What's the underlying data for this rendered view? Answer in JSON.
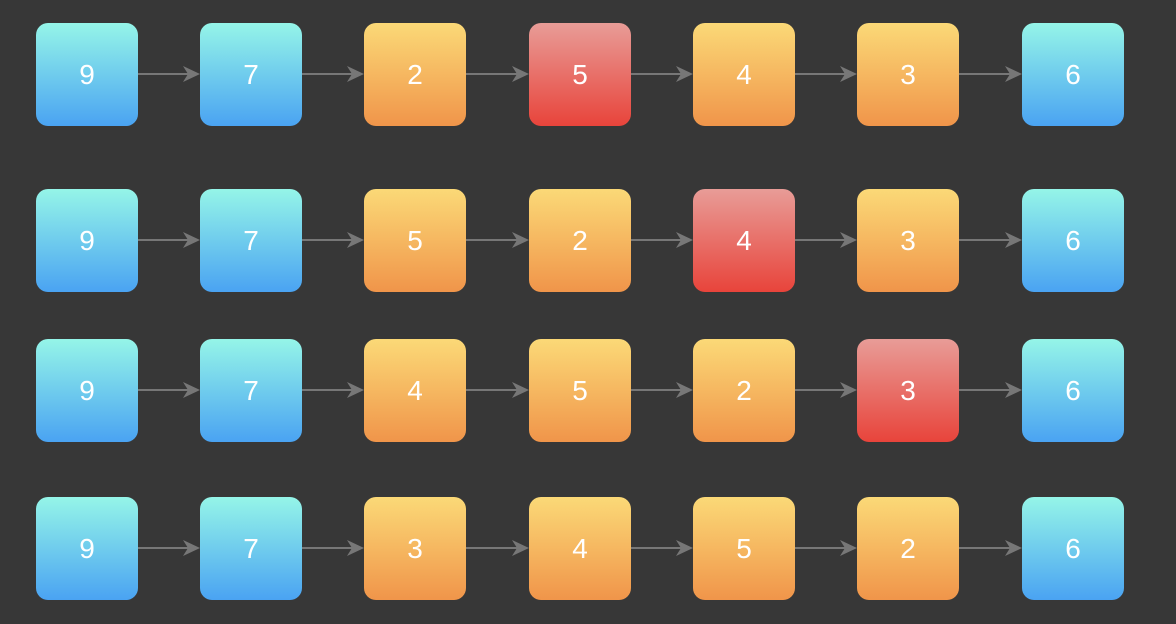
{
  "colors": {
    "blue": "#4aa3f2",
    "orange": "#f0954a",
    "red": "#e8443b",
    "background": "#373737",
    "arrow": "#777777"
  },
  "rows": [
    {
      "nodes": [
        {
          "value": "9",
          "kind": "blue"
        },
        {
          "value": "7",
          "kind": "blue"
        },
        {
          "value": "2",
          "kind": "orange"
        },
        {
          "value": "5",
          "kind": "red"
        },
        {
          "value": "4",
          "kind": "orange"
        },
        {
          "value": "3",
          "kind": "orange"
        },
        {
          "value": "6",
          "kind": "blue"
        }
      ]
    },
    {
      "nodes": [
        {
          "value": "9",
          "kind": "blue"
        },
        {
          "value": "7",
          "kind": "blue"
        },
        {
          "value": "5",
          "kind": "orange"
        },
        {
          "value": "2",
          "kind": "orange"
        },
        {
          "value": "4",
          "kind": "red"
        },
        {
          "value": "3",
          "kind": "orange"
        },
        {
          "value": "6",
          "kind": "blue"
        }
      ]
    },
    {
      "nodes": [
        {
          "value": "9",
          "kind": "blue"
        },
        {
          "value": "7",
          "kind": "blue"
        },
        {
          "value": "4",
          "kind": "orange"
        },
        {
          "value": "5",
          "kind": "orange"
        },
        {
          "value": "2",
          "kind": "orange"
        },
        {
          "value": "3",
          "kind": "red"
        },
        {
          "value": "6",
          "kind": "blue"
        }
      ]
    },
    {
      "nodes": [
        {
          "value": "9",
          "kind": "blue"
        },
        {
          "value": "7",
          "kind": "blue"
        },
        {
          "value": "3",
          "kind": "orange"
        },
        {
          "value": "4",
          "kind": "orange"
        },
        {
          "value": "5",
          "kind": "orange"
        },
        {
          "value": "2",
          "kind": "orange"
        },
        {
          "value": "6",
          "kind": "blue"
        }
      ]
    }
  ]
}
